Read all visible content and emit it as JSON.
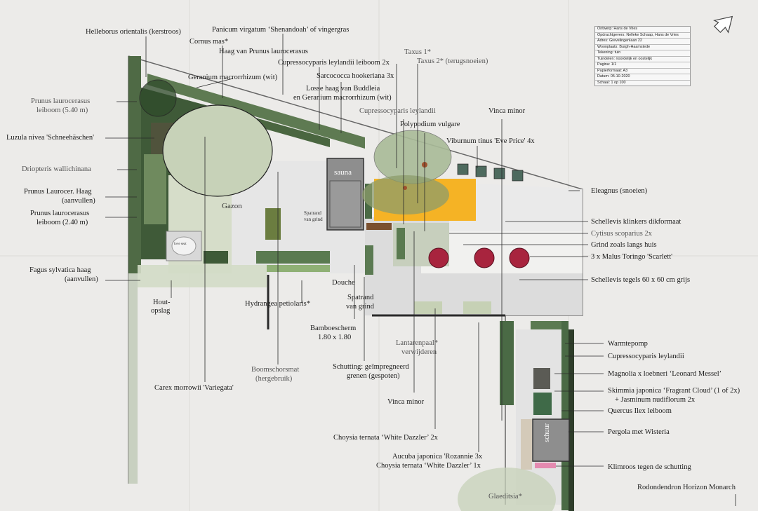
{
  "title_block": {
    "rows": [
      "Ontwerp: Hans de Vries",
      "Opdrachtgevers: Nelleke Schaap, Hans de Vries",
      "Adres: Grevelingenlaan 22",
      "Woonplaats: Burgh-Haamstede",
      "Tekening: tuin",
      "Tuindelen: noordelijk en oostelijk",
      "Pagina: 1/1",
      "Papierformaat: A3",
      "Datum: 05-10-2020",
      "Schaal: 1 op 100"
    ]
  },
  "plan_text": {
    "sauna": "sauna",
    "gazon": "Gazon",
    "spatrand_1": "Spatrand",
    "spatrand_2": "van grind",
    "schuur": "schuur",
    "stone": "love seat"
  },
  "labels": {
    "helleborus": "Helleborus orientalis (kerstroos)",
    "panicum": "Panicum virgatum ‘Shenandoah’ of vingergras",
    "cornus": "Cornus mas*",
    "haag_prunus": "Haag van Prunus laurocerasus",
    "geranium": "Geranium macrorrhizum (wit)",
    "cupressocyparis_2x": "Cupressocyparis leylandii leiboom 2x",
    "sarcococca": "Sarcococca hookeriana 3x",
    "buddleia_1": "Losse haag van Buddleia",
    "buddleia_2": "en Geranium macrorrhizum (wit)",
    "taxus1": "Taxus 1*",
    "taxus2": "Taxus 2* (terugsnoeien)",
    "cupressocyparis": "Cupressocyparis leylandii",
    "polypodium": "Polypodium vulgare",
    "vinca_top": "Vinca minor",
    "viburnum": "Viburnum tinus 'Eve Price' 4x",
    "prunus_540_1": "Prunus laurocerasus",
    "prunus_540_2": "leiboom (5.40 m)",
    "luzula": "Luzula nivea 'Schneehäschen'",
    "driopteris": "Driopteris wallichinana",
    "prunus_haag_1": "Prunus Laurocer. Haag",
    "prunus_haag_2": "(aanvullen)",
    "prunus_240_1": "Prunus laurocerasus",
    "prunus_240_2": "leiboom (2.40 m)",
    "fagus_1": "Fagus sylvatica haag",
    "fagus_2": "(aanvullen)",
    "hout_1": "Hout-",
    "hout_2": "opslag",
    "hydrangea": "Hydrangea petiolaris*",
    "douche": "Douche",
    "spatrand_grind_1": "Spatrand",
    "spatrand_grind_2": "van grind",
    "bamboe_1": "Bamboescherm",
    "bamboe_2": "1.80 x 1.80",
    "boomschors_1": "Boomschorsmat",
    "boomschors_2": "(hergebruik)",
    "schutting_1": "Schutting: geïmpregneerd",
    "schutting_2": "grenen (gespoten)",
    "carex": "Carex morrowii 'Variegata'",
    "lantaren_1": "Lantarenpaal*",
    "lantaren_2": "verwijderen",
    "vinca_bottom": "Vinca minor",
    "choysia_2x": "Choysia ternata ‘White Dazzler’ 2x",
    "aucuba": "Aucuba japonica 'Rozannie 3x",
    "choysia_1x": "Choysia ternata ‘White Dazzler’ 1x",
    "eleagnus": "Eleagnus (snoeien)",
    "klinkers": "Schellevis klinkers dikformaat",
    "cytisus": "Cytisus scoparius 2x",
    "grind": "Grind zoals langs huis",
    "malus": "3 x Malus Toringo 'Scarlett'",
    "tegels": "Schellevis tegels 60 x 60 cm grijs",
    "warmtepomp": "Warmtepomp",
    "cupressocyparis_r": "Cupressocyparis leylandii",
    "magnolia": "Magnolia x loebneri  ‘Leonard Messel’",
    "skimmia_1": "Skimmia japonica ‘Fragrant Cloud’ (1 of 2x)",
    "skimmia_2": "+ Jasminum nudiflorum 2x",
    "quercus": "Quercus Ilex leiboom",
    "pergola": "Pergola met Wisteria",
    "klimroos": "Klimroos tegen de schutting",
    "rodondendron": "Rodondendron Horizon Monarch",
    "glaeditsia": "Glaeditsia*"
  },
  "colors": {
    "paper": "#ecebe9",
    "hedge": "#4f6a45",
    "hedge_dark": "#35502f",
    "lawn": "#d5dcc8",
    "paving": "#e2e2e2",
    "gravel": "#ededeb",
    "orange_bed": "#f5b325",
    "malus": "#a8243e",
    "sauna": "#8e8e8e",
    "leader": "#2a2a2a"
  },
  "icons": [
    "north-arrow-icon",
    "tree-canopy-icon",
    "shrub-icon"
  ]
}
